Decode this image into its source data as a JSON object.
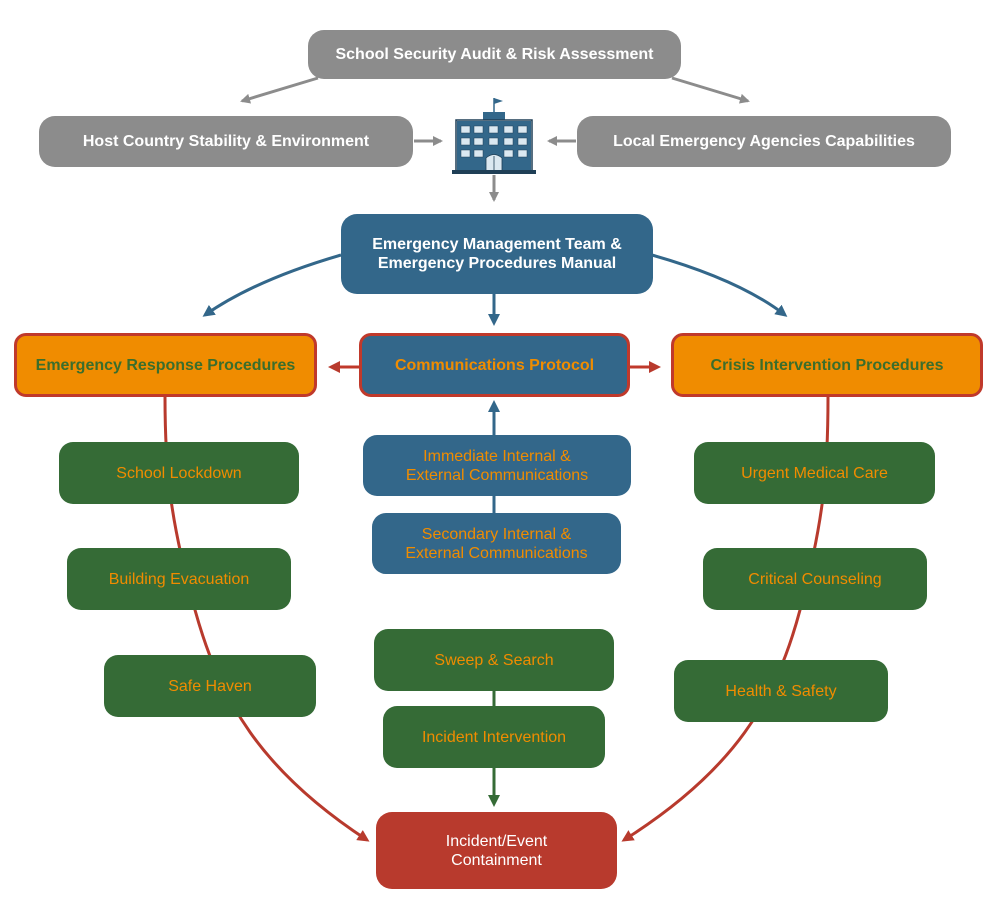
{
  "top": {
    "audit": "School Security Audit & Risk Assessment",
    "host_country": "Host Country Stability & Environment",
    "local_agencies": "Local Emergency Agencies Capabilities"
  },
  "management": {
    "line1": "Emergency Management Team &",
    "line2": "Emergency Procedures Manual"
  },
  "branches": {
    "response": "Emergency Response Procedures",
    "communications": "Communications Protocol",
    "crisis": "Crisis Intervention Procedures"
  },
  "response_items": [
    "School Lockdown",
    "Building Evacuation",
    "Safe Haven"
  ],
  "communication_items": [
    {
      "line1": "Immediate Internal &",
      "line2": "External Communications"
    },
    {
      "line1": "Secondary Internal &",
      "line2": "External Communications"
    }
  ],
  "crisis_items": [
    "Urgent Medical Care",
    "Critical Counseling",
    "Health & Safety"
  ],
  "center_items": [
    "Sweep & Search",
    "Incident Intervention"
  ],
  "containment": {
    "line1": "Incident/Event",
    "line2": "Containment"
  },
  "colors": {
    "gray": "#8c8c8c",
    "blue": "#33678a",
    "orange": "#f08c00",
    "green": "#356b36",
    "red": "#b83a2d"
  },
  "icons": [
    "school-building-icon"
  ]
}
